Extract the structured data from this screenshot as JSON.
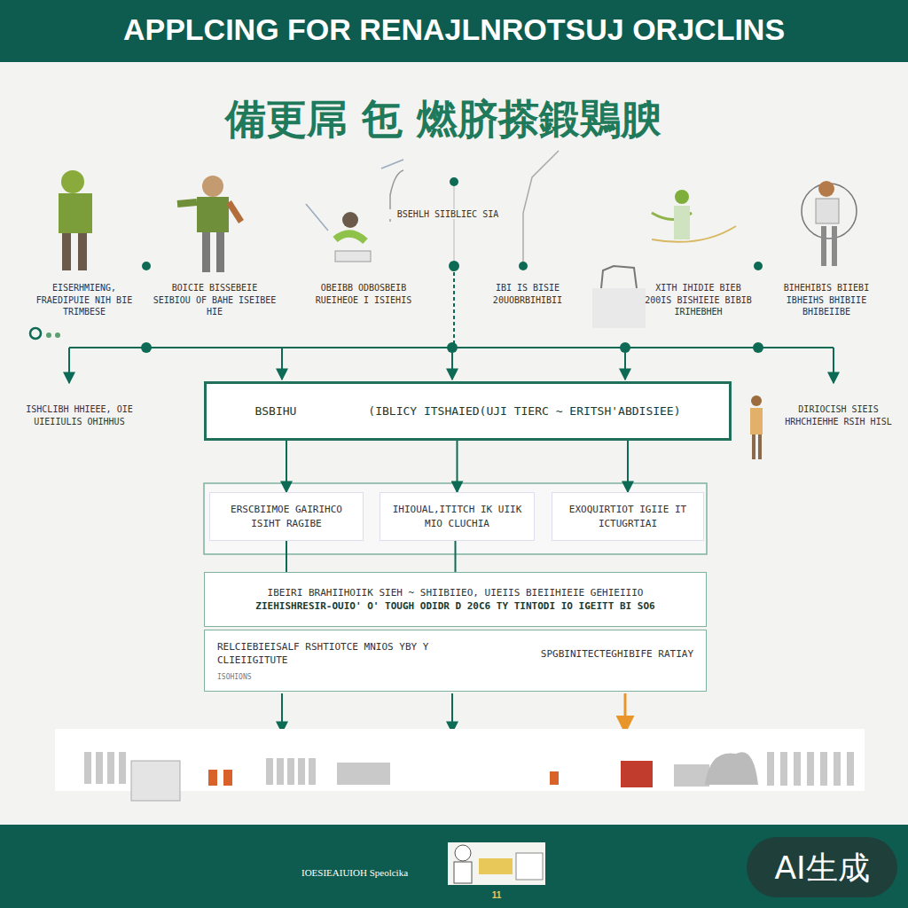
{
  "diagram": {
    "title": "APPLCING FOR RENAJLNROTSUJ ORJCLINS",
    "nodes": [
      {
        "text": [
          "BSBIHU",
          "(IBLICY ITSHAIED(UJI TIERC ~ ERITSH'ABDISIEE)"
        ]
      },
      {
        "text": [
          "ERSCBIIMOE GAIRIHCO ISIHT RAGIBE"
        ]
      },
      {
        "text": [
          "IHIOUAL,ITITCH IK UIIK MIO CLUCHIA"
        ]
      },
      {
        "text": [
          "EXOQUIRTIOT IGIIE IT ICTUGRTIAI"
        ]
      },
      {
        "text": [
          "IBEIRI BRAHIIHOIIK SIEH ~ SHIIBIIEO, UIEIIS BIEIIHIEIE GEHIEIIIO",
          "ZIEHISHRESIR-OUIO' O' TOUGH ODIDR D 20C6 TY TINTODI IO IGEITT BI SO6"
        ]
      },
      {
        "text": [
          "RELCIEBIEISALF RSHTIOTCE MNIOS YBY Y CLIEIIGITUTE",
          "ISOHIONS",
          "SPGBINITECTEGHIBIFE RATIAY"
        ]
      }
    ],
    "edges": [
      {
        "from": 0,
        "to": 1,
        "arrow": "to"
      },
      {
        "from": 0,
        "to": 2,
        "arrow": "to"
      },
      {
        "from": 0,
        "to": 3,
        "arrow": "to"
      },
      {
        "from": 1,
        "to": 4,
        "arrow": "none"
      },
      {
        "from": 2,
        "to": 4,
        "arrow": "none"
      }
    ],
    "labels": [
      "備更屌 㐌 燃脐搽鍛鶪腴",
      "EISERHMIENG, FRAEDIPUIE NIH BIE TRIMBESE",
      "BOICIE BISSEBEIE SEIBIOU OF BAHE ISEIBEE HIE",
      "OBEIBB ODBOSBEIB RUEIHEOE I ISIEHIS",
      "IBI IS BISIE 20UOBRBIHIBII",
      "XITH IHIDIE BIEB 200IS BISHIEIE BIBIB IRIHEBHEH",
      "BIHEHIBIS BIIEBI IBHEIHS BHIBIIE BHIBEIIBE",
      "BSEHLH SIIBLIEC SIA",
      "ISHCLIBH HHIEEE, OIE UIEIIULIS OHIHHUS",
      "DIRIOCISH SIEIS HRHCHIEHHE RSIH HISL",
      "IOESIEAIUIOH Speolcika",
      "11",
      "AI生成"
    ]
  }
}
